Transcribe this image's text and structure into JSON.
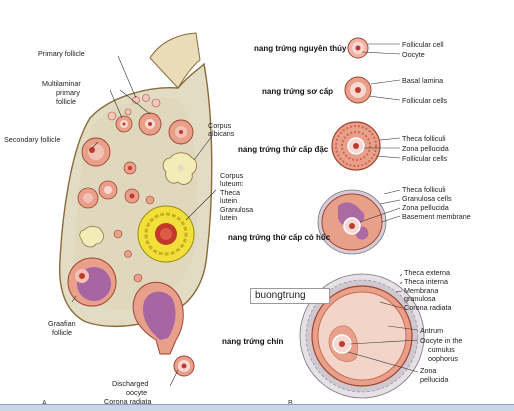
{
  "left": {
    "primary_follicle": "Primary follicle",
    "multilaminar": [
      "Multilaminar",
      "primary",
      "follicle"
    ],
    "secondary_follicle": "Secondary follicle",
    "corpus_albicans": [
      "Corpus",
      "albicans"
    ],
    "corpus_luteum": [
      "Corpus",
      "luteum:",
      "Theca",
      "lutein",
      "Granulosa",
      "lutein"
    ],
    "graafian": [
      "Graafian",
      "follicle"
    ],
    "discharged": [
      "Discharged",
      "oocyte",
      "Corona radiata"
    ],
    "panel_letter": "A"
  },
  "right": {
    "primordial": {
      "vn": "nang trứng nguyên thủy",
      "labels": [
        "Follicular cell",
        "Oocyte"
      ]
    },
    "primary": {
      "vn": "nang trứng sơ cấp",
      "labels": [
        "Basal lamina",
        "Follicular cells"
      ]
    },
    "secondary_solid": {
      "vn": "nang trứng thứ cấp đặc",
      "labels": [
        "Theca folliculi",
        "Zona pellucida",
        "Follicular cells"
      ]
    },
    "secondary_cavity": {
      "vn": "nang trứng thứ cấp có hốc",
      "labels": [
        "Theca folliculi",
        "Granulosa cells",
        "Zona pellucida",
        "Basement membrane"
      ]
    },
    "mature": {
      "vn": "nang trứng chín",
      "labels": [
        "Theca externa",
        "Theca interna",
        "Membrana",
        "granulosa",
        "Corona radiata",
        "Antrum",
        "Oocyte in the",
        "cumulus",
        "oophorus",
        "Zona",
        "pellucida"
      ]
    },
    "panel_letter": "B"
  },
  "tooltip": "buongtrung",
  "colors": {
    "stroma": "#e3dcc4",
    "outline": "#8a6a3a",
    "granulosa": "#e8a08a",
    "oocyte": "#f7d9d4",
    "nucleus": "#c0392b",
    "luteum": "#f2e03a",
    "albicans": "#f4ecb8",
    "antrum_purple": "#9b5ca6"
  }
}
